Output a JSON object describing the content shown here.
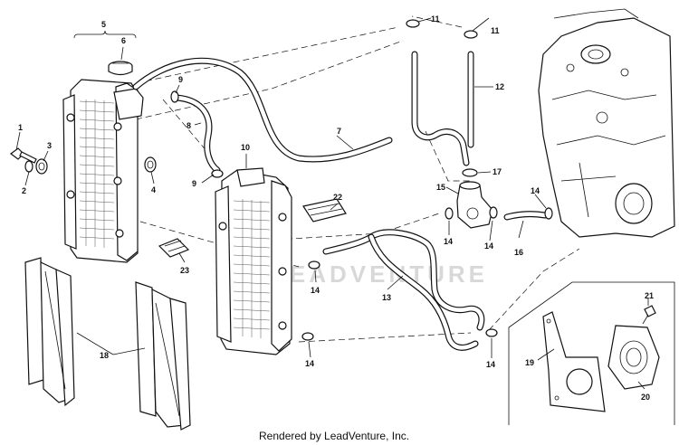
{
  "callouts": {
    "c1": "1",
    "c2": "2",
    "c3": "3",
    "c4": "4",
    "c5": "5",
    "c6": "6",
    "c7": "7",
    "c8": "8",
    "c9a": "9",
    "c9b": "9",
    "c10": "10",
    "c11a": "11",
    "c11b": "11",
    "c12": "12",
    "c13": "13",
    "c14a": "14",
    "c14b": "14",
    "c14c": "14",
    "c14d": "14",
    "c14e": "14",
    "c14f": "14",
    "c15": "15",
    "c16": "16",
    "c17": "17",
    "c18": "18",
    "c19": "19",
    "c20": "20",
    "c21": "21",
    "c22": "22",
    "c23": "23"
  },
  "credit": "Rendered by LeadVenture, Inc.",
  "watermark": "LEADVENTURE"
}
